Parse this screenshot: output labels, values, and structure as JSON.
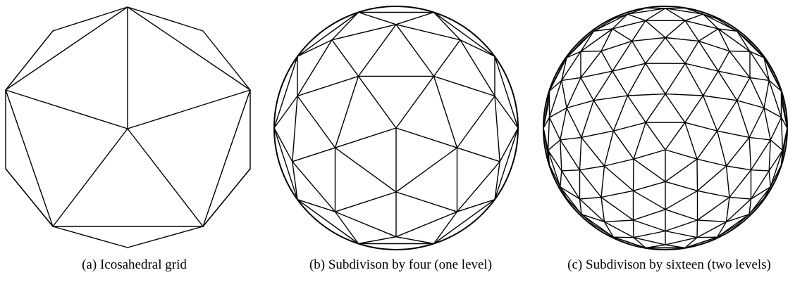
{
  "figure": {
    "panels": [
      {
        "id": "a",
        "caption": "(a) Icosahedral grid"
      },
      {
        "id": "b",
        "caption": "(b) Subdivison by four (one level)"
      },
      {
        "id": "c",
        "caption": "(c) Subdivison by sixteen (two levels)"
      }
    ]
  },
  "style": {
    "line_color": "#000000",
    "background": "#ffffff"
  }
}
